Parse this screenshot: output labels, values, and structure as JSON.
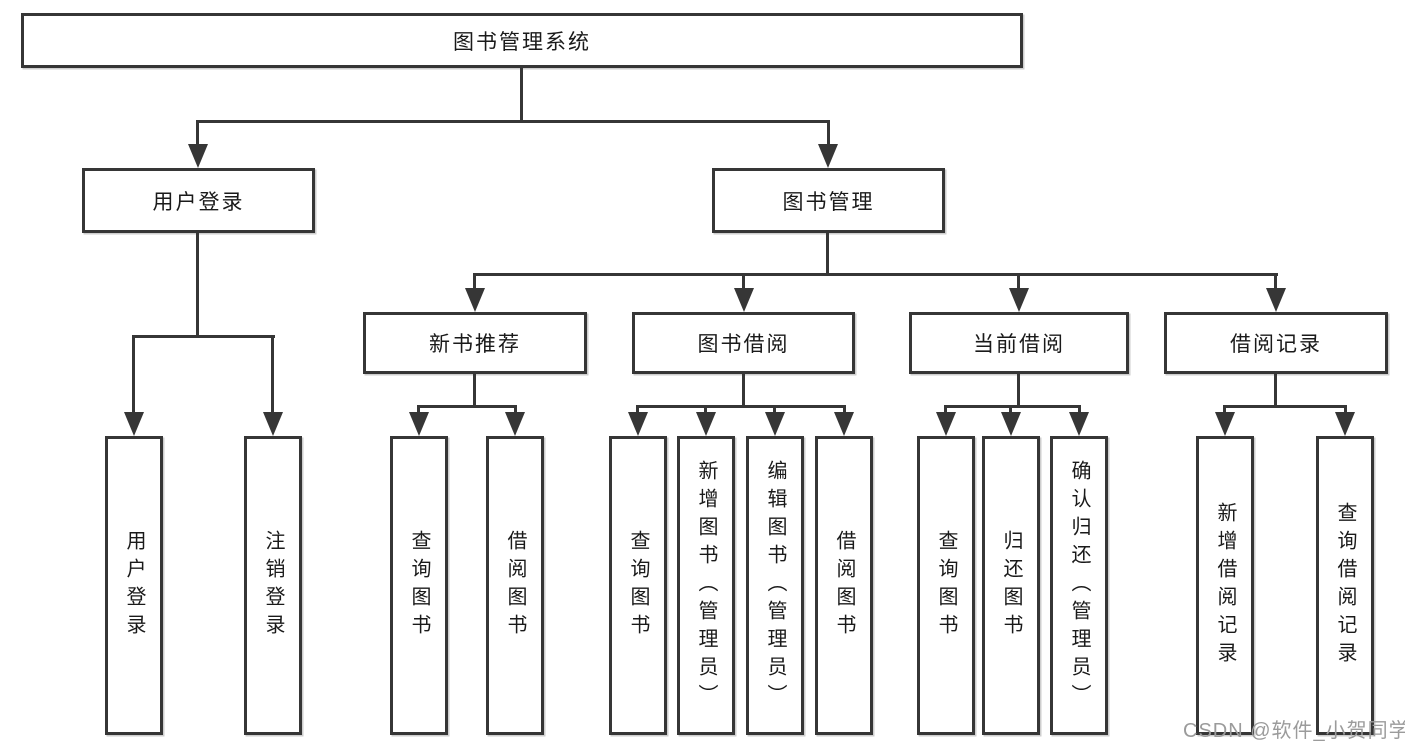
{
  "tree": {
    "root": {
      "label": "图书管理系统"
    },
    "branches": [
      {
        "label": "用户登录",
        "children": [
          {
            "label": "用户登录"
          },
          {
            "label": "注销登录"
          }
        ]
      },
      {
        "label": "图书管理",
        "groups": [
          {
            "label": "新书推荐",
            "children": [
              {
                "label": "查询图书"
              },
              {
                "label": "借阅图书"
              }
            ]
          },
          {
            "label": "图书借阅",
            "children": [
              {
                "label": "查询图书"
              },
              {
                "label": "新增图书（管理员）"
              },
              {
                "label": "编辑图书（管理员）"
              },
              {
                "label": "借阅图书"
              }
            ]
          },
          {
            "label": "当前借阅",
            "children": [
              {
                "label": "查询图书"
              },
              {
                "label": "归还图书"
              },
              {
                "label": "确认归还（管理员）"
              }
            ]
          },
          {
            "label": "借阅记录",
            "children": [
              {
                "label": "新增借阅记录"
              },
              {
                "label": "查询借阅记录"
              }
            ]
          }
        ]
      }
    ]
  },
  "watermark": {
    "text": "CSDN @软件_小贺同学"
  },
  "colors": {
    "line": "#363636",
    "text": "#1a1a1a",
    "watermark": "#9b9b9b",
    "background": "#ffffff"
  }
}
